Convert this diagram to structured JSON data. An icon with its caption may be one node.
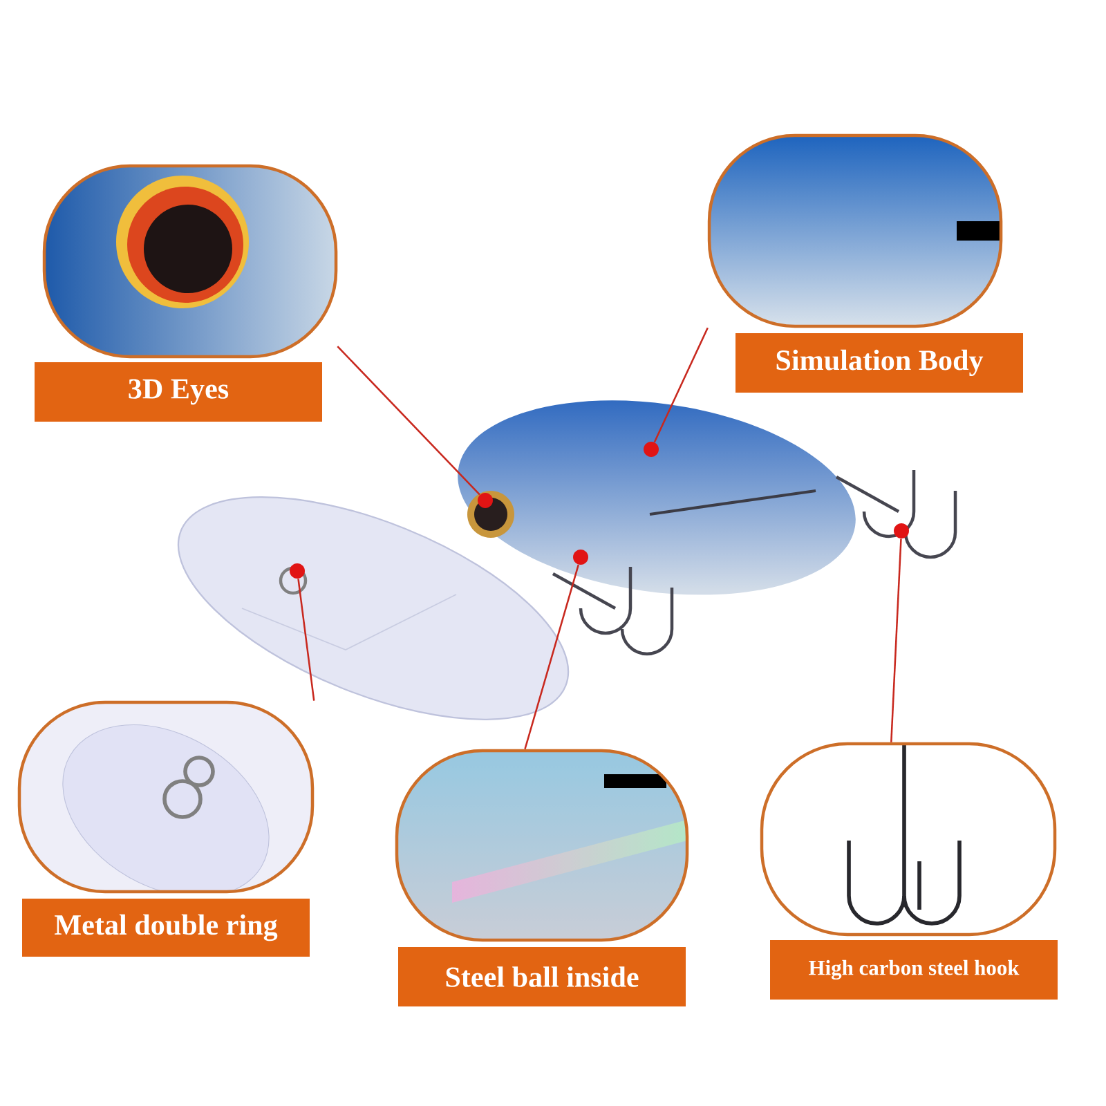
{
  "diagram": {
    "nodes": [
      {
        "text": [
          "3D Eyes"
        ]
      },
      {
        "text": [
          "Simulation Body"
        ]
      },
      {
        "text": [
          "Metal double ring"
        ]
      },
      {
        "text": [
          "Steel ball inside"
        ]
      },
      {
        "text": [
          "High carbon steel hook"
        ]
      },
      {
        "text": [],
        "shape": "circle"
      },
      {
        "text": [],
        "shape": "circle"
      },
      {
        "text": [],
        "shape": "circle"
      },
      {
        "text": [],
        "shape": "circle"
      },
      {
        "text": [],
        "shape": "circle"
      }
    ],
    "edges": [
      {
        "from": 0,
        "to": 6,
        "arrow": "none"
      },
      {
        "from": 1,
        "to": 8,
        "arrow": "none"
      },
      {
        "from": 2,
        "to": 5,
        "arrow": "none"
      },
      {
        "from": 3,
        "to": 7,
        "arrow": "none"
      },
      {
        "from": 4,
        "to": 9,
        "arrow": "none"
      }
    ]
  }
}
